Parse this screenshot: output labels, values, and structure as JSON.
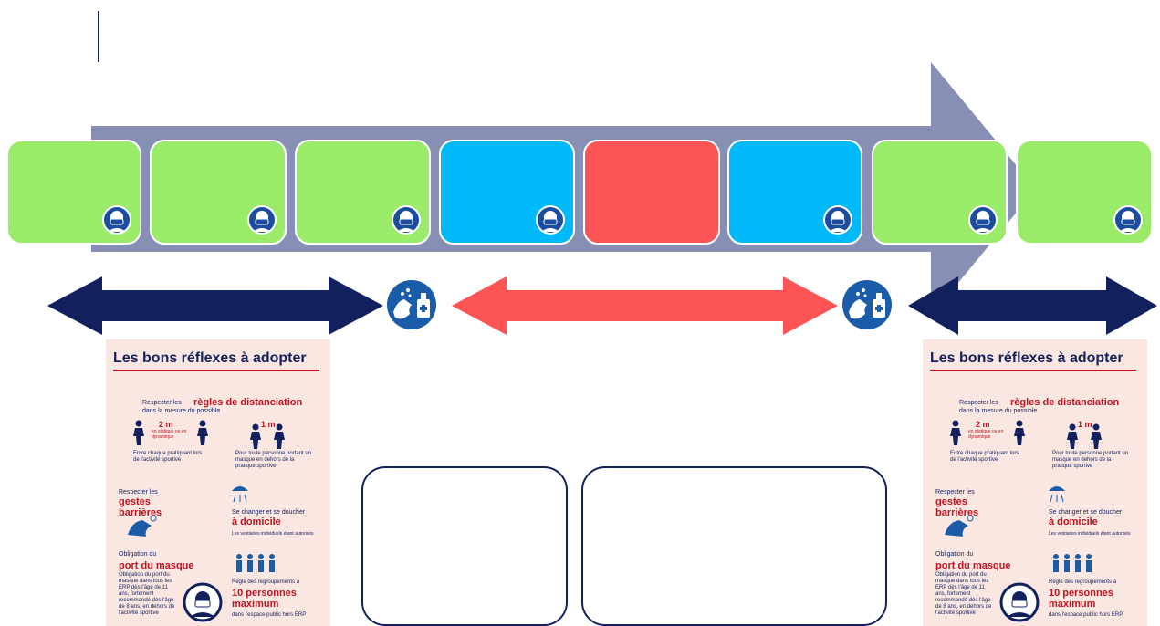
{
  "colors": {
    "green": "#9beb6b",
    "blue": "#00b9fb",
    "red": "#fd5456",
    "arrow_gray": "#8790b4",
    "navy": "#12205e",
    "poster_bg": "#fbe7e1",
    "poster_red": "#c1121f"
  },
  "steps": [
    {
      "color": "green",
      "icon": "mask-icon"
    },
    {
      "color": "green",
      "icon": "mask-icon"
    },
    {
      "color": "green",
      "icon": "mask-icon"
    },
    {
      "color": "blue",
      "icon": "mask-icon"
    },
    {
      "color": "red",
      "icon": ""
    },
    {
      "color": "blue",
      "icon": "mask-icon"
    },
    {
      "color": "green",
      "icon": "mask-icon"
    },
    {
      "color": "green",
      "icon": "mask-icon"
    }
  ],
  "hand_icon": "hand-sanitizer-icon",
  "poster": {
    "title": "Les bons réflexes à adopter",
    "line1a": "Respecter les",
    "line1b": "règles de distanciation",
    "line1c": "dans la mesure du possible",
    "dist1": "2 m",
    "dist1_note": "en statique ou en dynamique",
    "dist2": "1 m",
    "cap1": "Entre chaque pratiquant lors de l'activité sportive",
    "cap2": "Pour toute personne portant un masque en dehors de la pratique sportive",
    "gestes_a": "Respecter les",
    "gestes_b": "gestes barrières",
    "shower_a": "Se changer et se doucher",
    "shower_b": "à domicile",
    "shower_note": "Les vestiaires individuels étant autorisés",
    "mask_a": "Obligation du",
    "mask_b": "port du masque",
    "mask_text": "Obligation du port du masque dans tous les ERP dès l'âge de 11 ans, fortement recommandé dès l'âge de 8 ans, en dehors de l'activité sportive",
    "group_a": "Règle des regroupements à",
    "group_b": "10 personnes maximum",
    "group_c": "dans l'espace public hors ERP"
  }
}
